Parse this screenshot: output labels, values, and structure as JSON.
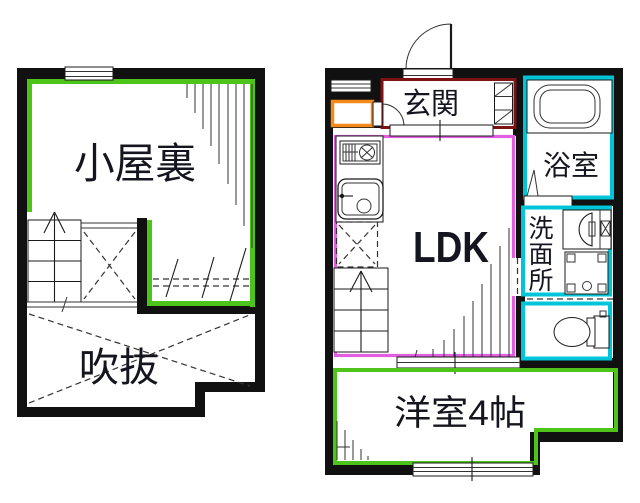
{
  "page": {
    "type": "floor-plan",
    "background": "#ffffff"
  },
  "colors": {
    "wall": "#111111",
    "attic_border": "#4cc41a",
    "ldk_border": "#e25fe2",
    "entrance_border": "#7e1114",
    "wet_area_border": "#00c5d8",
    "storage_border": "#f28b1c",
    "text": "#15151f"
  },
  "left_plan": {
    "attic_label": "小屋裏",
    "void_label": "吹抜"
  },
  "right_plan": {
    "entrance_label": "玄関",
    "bath_label": "浴室",
    "washroom_label": "洗面所",
    "washroom_chars": [
      "洗",
      "面",
      "所"
    ],
    "ldk_label": "LDK",
    "western_room_label": "洋室4帖"
  }
}
